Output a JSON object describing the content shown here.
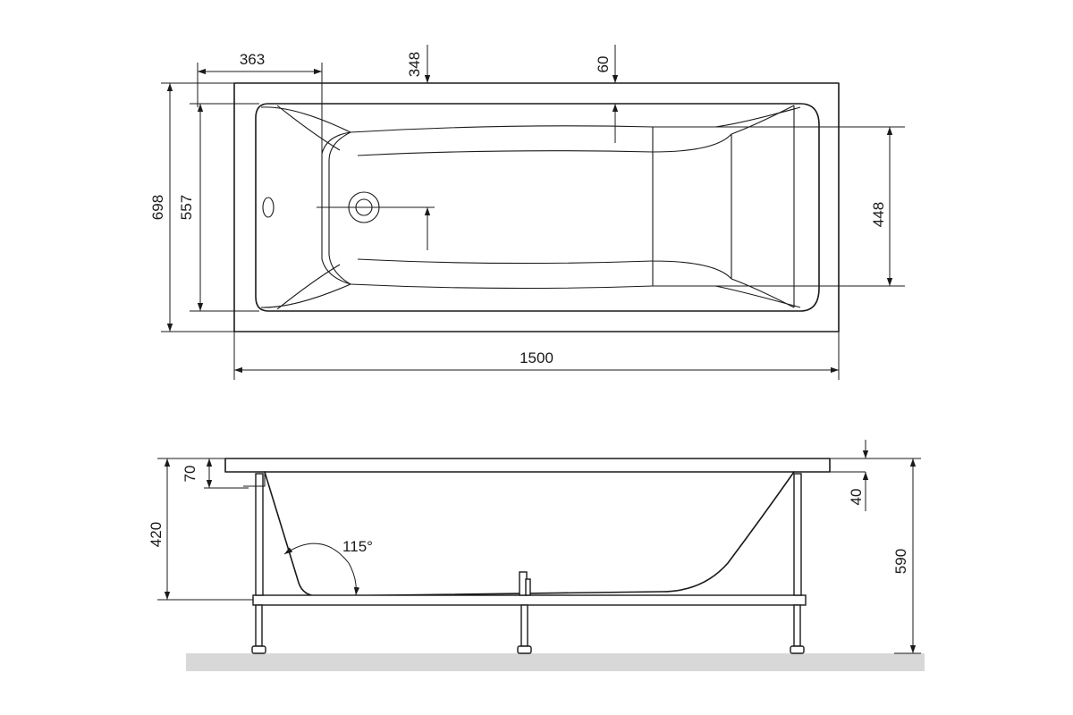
{
  "plan_view": {
    "dim_length": "1500",
    "dim_width_total": "698",
    "dim_width_inner": "557",
    "dim_drain_offset_x": "363",
    "dim_drain_offset_y": "348",
    "dim_rim_offset": "60",
    "dim_foot_width": "448"
  },
  "side_view": {
    "dim_rim_depth": "70",
    "dim_height_to_frame": "420",
    "dim_rim_thickness": "40",
    "dim_total_height": "590",
    "backrest_angle": "115°"
  }
}
